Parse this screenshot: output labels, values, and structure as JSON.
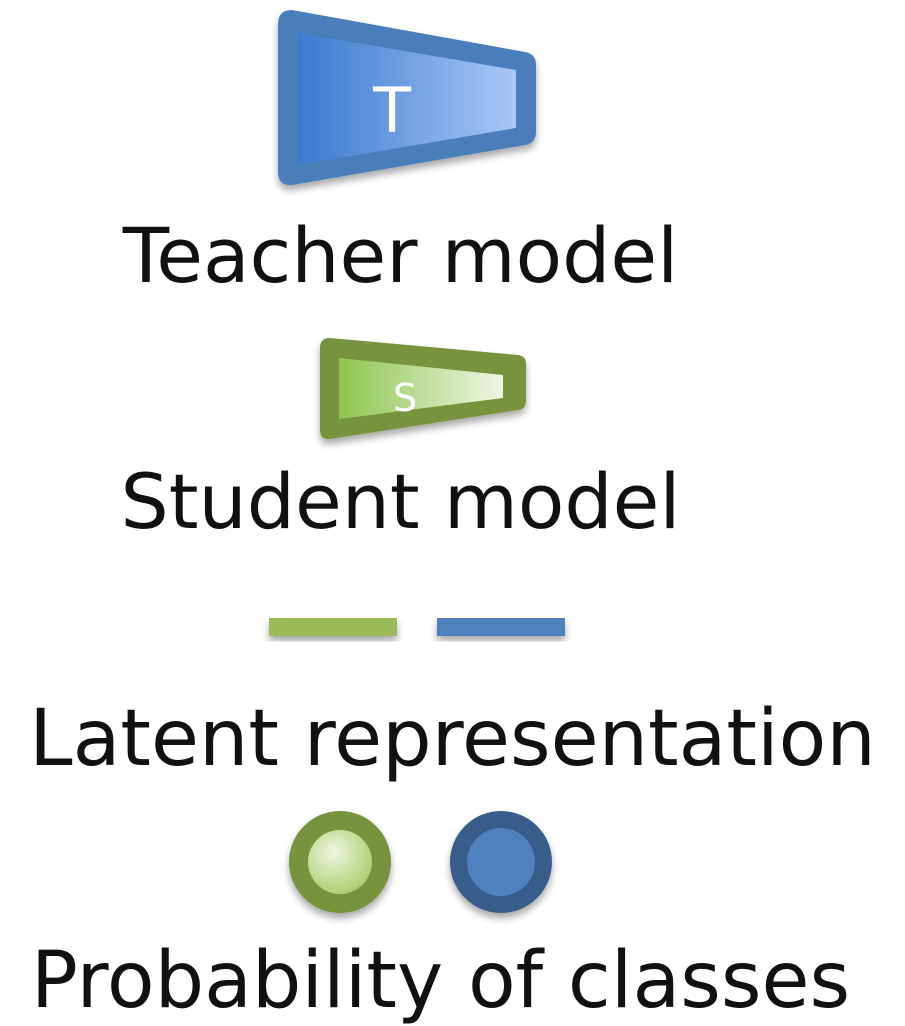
{
  "legend": {
    "teacher": {
      "glyph": "T",
      "caption": "Teacher model",
      "color": "#4a7ebb"
    },
    "student": {
      "glyph": "S",
      "caption": "Student model",
      "color": "#77933c"
    },
    "latent": {
      "caption": "Latent representation",
      "colors": [
        "#9bbb59",
        "#4f81bd"
      ]
    },
    "probability": {
      "caption": "Probability of classes",
      "colors": [
        "#77933c",
        "#385d8a"
      ]
    }
  }
}
